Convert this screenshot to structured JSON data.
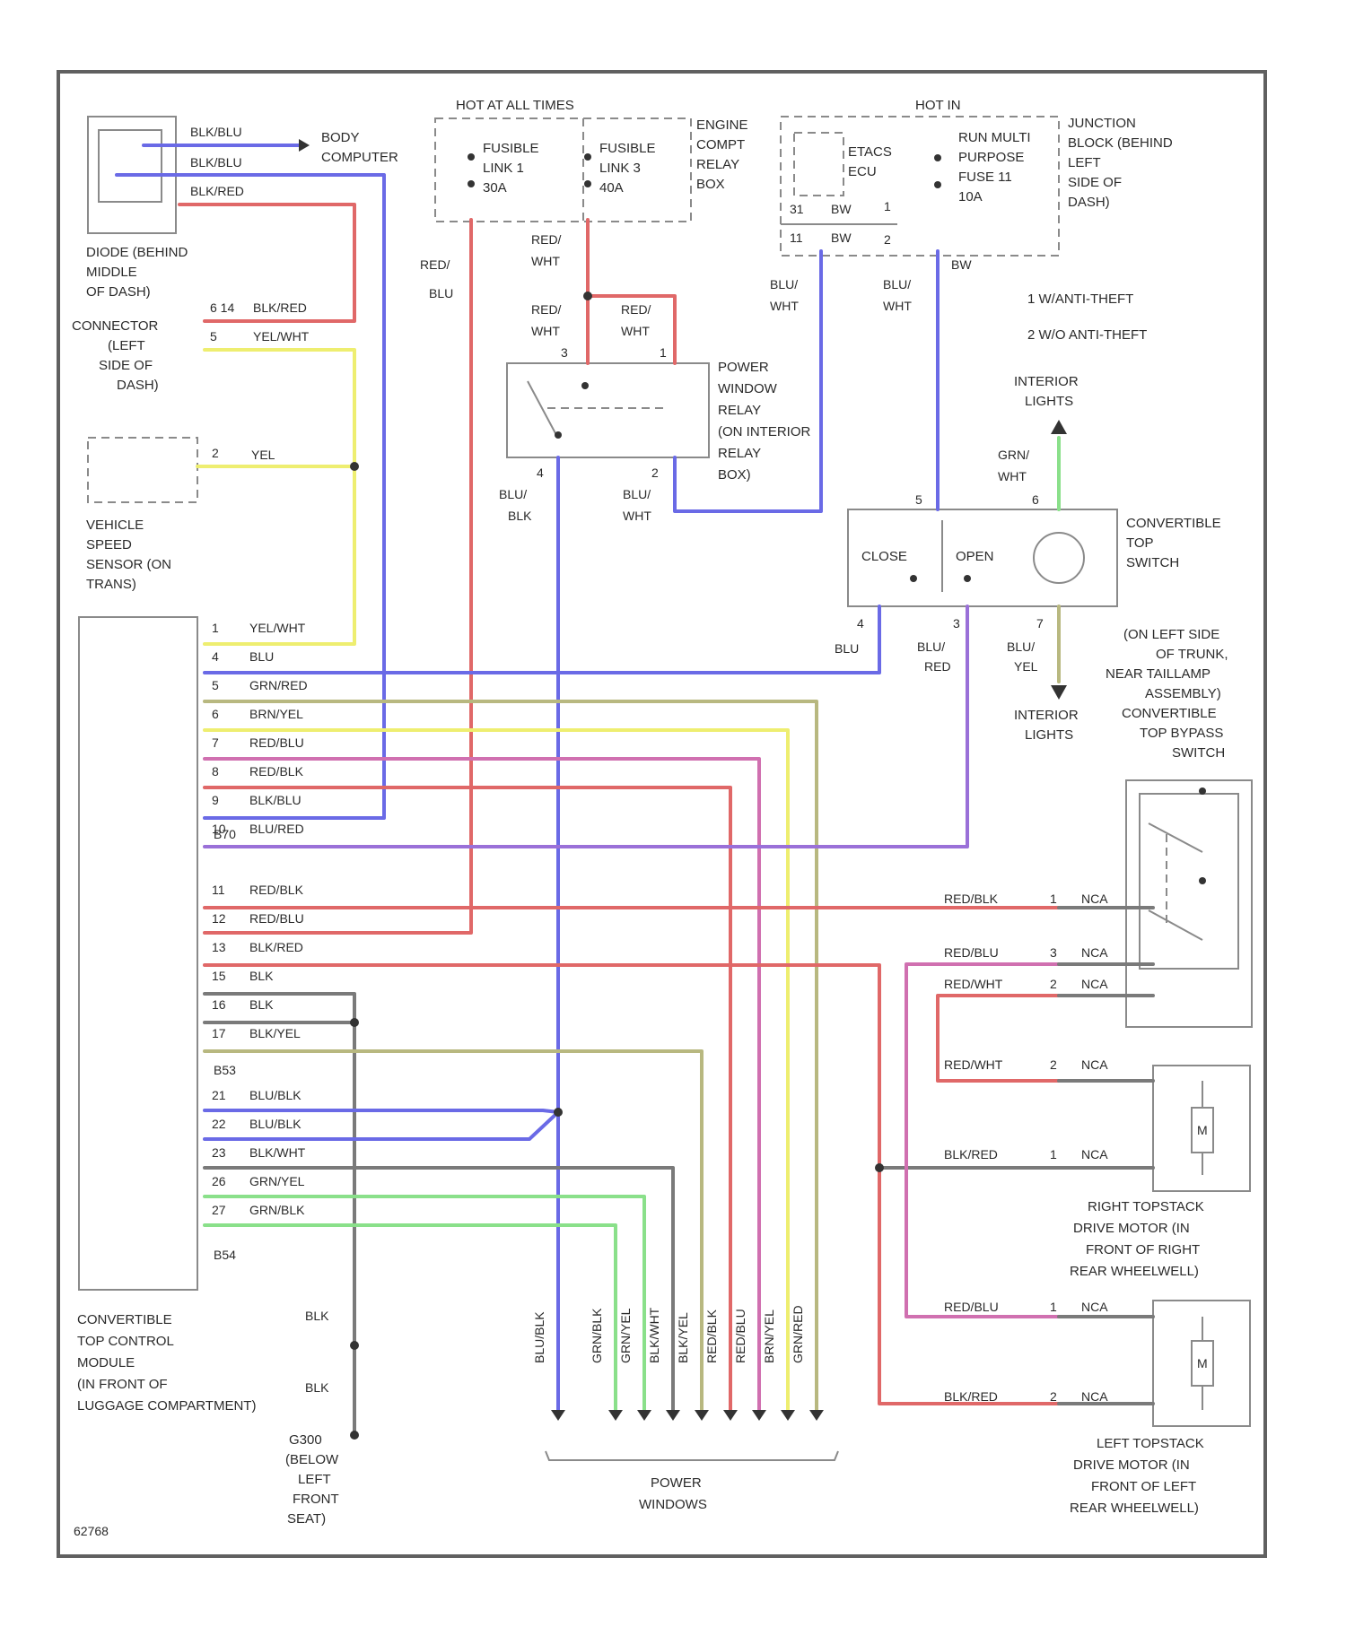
{
  "colors": {
    "blu": "#6a6ae6",
    "red": "#e06868",
    "yel": "#eeee70",
    "grn": "#8ae08a",
    "olive": "#b8b880",
    "gray": "#7a7a7a",
    "pink": "#d070b0",
    "purple": "#9a70d8",
    "bluwht": "#9a9af0",
    "redblk": "#e07070"
  },
  "icons": [
    "ground-symbol",
    "arrow-up",
    "arrow-down",
    "motor-symbol",
    "relay-switch-symbol"
  ],
  "top": {
    "hot_at_all_times": "HOT AT ALL TIMES",
    "hot_in": "HOT IN",
    "fusible1": [
      "FUSIBLE",
      "LINK 1",
      "30A"
    ],
    "fusible3": [
      "FUSIBLE",
      "LINK 3",
      "40A"
    ],
    "engine_relay_box": [
      "ENGINE",
      "COMPT",
      "RELAY",
      "BOX"
    ],
    "etacs": [
      "ETACS",
      "ECU"
    ],
    "run_fuse": [
      "RUN MULTI",
      "PURPOSE",
      "FUSE 11",
      "10A"
    ],
    "junction_block": [
      "JUNCTION",
      "BLOCK (BEHIND",
      "LEFT",
      "SIDE OF",
      "DASH)"
    ],
    "etacs_pins": [
      "31",
      "11"
    ],
    "etacs_wires": [
      "BW",
      "BW"
    ],
    "etacs_notes": [
      "1",
      "2"
    ],
    "bw_label": "BW",
    "legend": [
      "1   W/ANTI-THEFT",
      "2   W/O ANTI-THEFT"
    ]
  },
  "left": {
    "diode_wires": [
      "BLK/BLU",
      "BLK/BLU",
      "BLK/RED"
    ],
    "body_computer": [
      "BODY",
      "COMPUTER"
    ],
    "diode": [
      "DIODE (BEHIND",
      "MIDDLE",
      "OF DASH)"
    ],
    "connector": [
      "CONNECTOR",
      "(LEFT",
      "SIDE OF",
      "DASH)"
    ],
    "connector_wires": [
      "BLK/RED",
      "YEL/WHT"
    ],
    "connector_pins": [
      "6  14",
      "5"
    ],
    "vss": [
      "VEHICLE",
      "SPEED",
      "SENSOR (ON",
      "TRANS)"
    ],
    "vss_wire": "YEL",
    "vss_pin": "2"
  },
  "mid": {
    "red_blu": [
      "RED/",
      "BLU"
    ],
    "red_wht_a": [
      "RED/",
      "WHT"
    ],
    "red_wht_b": [
      "RED/",
      "WHT"
    ],
    "red_wht_c": [
      "RED/",
      "WHT"
    ],
    "relay_pins": [
      "3",
      "1",
      "4",
      "2"
    ],
    "relay": [
      "POWER",
      "WINDOW",
      "RELAY",
      "(ON INTERIOR",
      "RELAY",
      "BOX)"
    ],
    "blu_blk": [
      "BLU/",
      "BLK"
    ],
    "blu_wht_relay": [
      "BLU/",
      "WHT"
    ],
    "blu_wht_etacs": [
      "BLU/",
      "WHT"
    ],
    "blu_wht_fuse": [
      "BLU/",
      "WHT"
    ]
  },
  "switch": {
    "interior_lights_top": [
      "INTERIOR",
      "LIGHTS"
    ],
    "grn_wht": [
      "GRN/",
      "WHT"
    ],
    "close": "CLOSE",
    "open": "OPEN",
    "label": [
      "CONVERTIBLE",
      "TOP",
      "SWITCH"
    ],
    "pins_top": [
      "5",
      "6"
    ],
    "pins_bottom": [
      "4",
      "3",
      "7"
    ],
    "blu": "BLU",
    "blu_red": [
      "BLU/",
      "RED"
    ],
    "blu_yel": [
      "BLU/",
      "YEL"
    ],
    "interior_lights_bottom": [
      "INTERIOR",
      "LIGHTS"
    ],
    "bypass": [
      "(ON LEFT SIDE",
      "OF TRUNK,",
      "NEAR TAILLAMP",
      "ASSEMBLY)",
      "CONVERTIBLE",
      "TOP BYPASS",
      "SWITCH"
    ]
  },
  "module": {
    "pins": [
      {
        "n": "1",
        "w": "YEL/WHT"
      },
      {
        "n": "4",
        "w": "BLU"
      },
      {
        "n": "5",
        "w": "GRN/RED"
      },
      {
        "n": "6",
        "w": "BRN/YEL"
      },
      {
        "n": "7",
        "w": "RED/BLU"
      },
      {
        "n": "8",
        "w": "RED/BLK"
      },
      {
        "n": "9",
        "w": "BLK/BLU"
      },
      {
        "n": "10",
        "w": "BLU/RED"
      }
    ],
    "connector_a": "B70",
    "pins2": [
      {
        "n": "11",
        "w": "RED/BLK"
      },
      {
        "n": "12",
        "w": "RED/BLU"
      },
      {
        "n": "13",
        "w": "BLK/RED"
      },
      {
        "n": "15",
        "w": "BLK"
      },
      {
        "n": "16",
        "w": "BLK"
      },
      {
        "n": "17",
        "w": "BLK/YEL"
      }
    ],
    "connector_b": "B53",
    "pins3": [
      {
        "n": "21",
        "w": "BLU/BLK"
      },
      {
        "n": "22",
        "w": "BLU/BLK"
      },
      {
        "n": "23",
        "w": "BLK/WHT"
      },
      {
        "n": "26",
        "w": "GRN/YEL"
      },
      {
        "n": "27",
        "w": "GRN/BLK"
      }
    ],
    "connector_c": "B54",
    "label": [
      "CONVERTIBLE",
      "TOP CONTROL",
      "MODULE",
      "(IN FRONT OF",
      "LUGGAGE COMPARTMENT)"
    ]
  },
  "ground": {
    "blk_a": "BLK",
    "blk_b": "BLK",
    "label": [
      "G300",
      "(BELOW",
      "LEFT",
      "FRONT",
      "SEAT)"
    ]
  },
  "power_windows": {
    "wires": [
      "BLU/BLK",
      "GRN/BLK",
      "GRN/YEL",
      "BLK/WHT",
      "BLK/YEL",
      "RED/BLK",
      "RED/BLU",
      "BRN/YEL",
      "GRN/RED"
    ],
    "label": [
      "POWER",
      "WINDOWS"
    ]
  },
  "right": {
    "bypass_wires": [
      {
        "w": "RED/BLK",
        "p": "1",
        "c": "NCA"
      },
      {
        "w": "RED/BLU",
        "p": "3",
        "c": "NCA"
      },
      {
        "w": "RED/WHT",
        "p": "2",
        "c": "NCA"
      }
    ],
    "rmotor_wires": [
      {
        "w": "RED/WHT",
        "p": "2",
        "c": "NCA"
      },
      {
        "w": "BLK/RED",
        "p": "1",
        "c": "NCA"
      }
    ],
    "rmotor_label": [
      "RIGHT TOPSTACK",
      "DRIVE MOTOR (IN",
      "FRONT OF RIGHT",
      "REAR WHEELWELL)"
    ],
    "lmotor_wires": [
      {
        "w": "RED/BLU",
        "p": "1",
        "c": "NCA"
      },
      {
        "w": "BLK/RED",
        "p": "2",
        "c": "NCA"
      }
    ],
    "lmotor_label": [
      "LEFT TOPSTACK",
      "DRIVE MOTOR (IN",
      "FRONT OF LEFT",
      "REAR WHEELWELL)"
    ],
    "motor": "M"
  },
  "code": "62768"
}
